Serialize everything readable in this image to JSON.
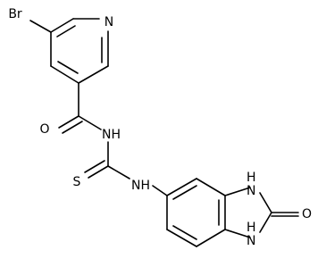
{
  "molecule": {
    "atom_labels": {
      "br": "Br",
      "n_pyridine": "N",
      "o_carbonyl": "O",
      "nh_amide": "NH",
      "s_thio": "S",
      "nh_aryl": "NH",
      "nh_ring_top_h": "H",
      "nh_ring_top_n": "N",
      "nh_ring_bottom_h": "H",
      "nh_ring_bottom_n": "N",
      "o_urea": "O"
    },
    "colors": {
      "bond": "#000000",
      "text": "#000000",
      "background": "#ffffff"
    }
  }
}
